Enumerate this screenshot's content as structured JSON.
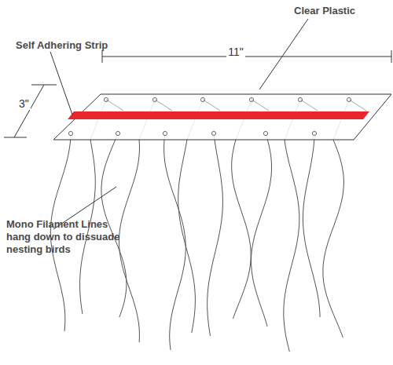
{
  "diagram": {
    "labels": [
      "Self Adhering Strip",
      "Clear Plastic",
      "11\"",
      "3\"",
      "Mono Filament Lines hang down to dissuade nesting birds"
    ]
  }
}
